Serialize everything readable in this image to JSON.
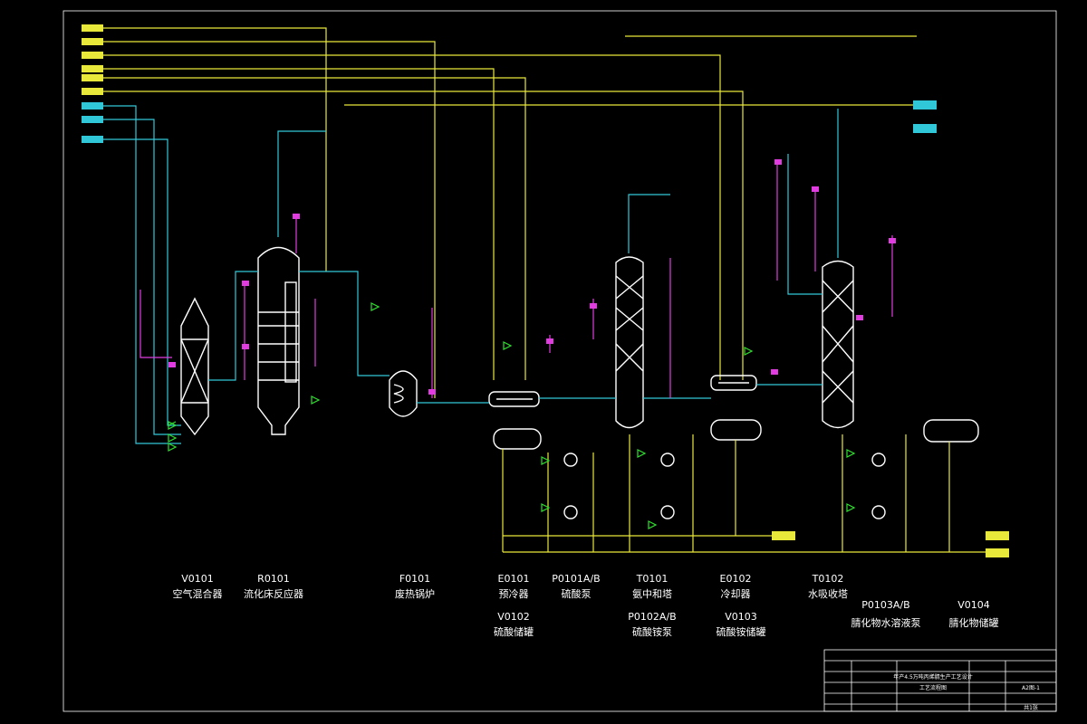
{
  "colors": {
    "process_line": "#e8e83a",
    "utility_line": "#30c8d8",
    "instrument_line": "#e03ce0",
    "valve": "#30e030",
    "equipment": "#ffffff",
    "background": "#000000"
  },
  "equipment_labels": [
    {
      "code": "V0101",
      "name": "空气混合器"
    },
    {
      "code": "R0101",
      "name": "流化床反应器"
    },
    {
      "code": "F0101",
      "name": "废热锅炉"
    },
    {
      "code": "E0101",
      "name": "预冷器"
    },
    {
      "code": "P0101A/B",
      "name": "硫酸泵"
    },
    {
      "code": "T0101",
      "name": "氨中和塔"
    },
    {
      "code": "E0102",
      "name": "冷却器"
    },
    {
      "code": "T0102",
      "name": "水吸收塔"
    },
    {
      "code": "V0102",
      "name": "硫酸储罐"
    },
    {
      "code": "P0102A/B",
      "name": "硫酸铵泵"
    },
    {
      "code": "V0103",
      "name": "硫酸铵储罐"
    },
    {
      "code": "P0103A/B",
      "name": "腈化物水溶液泵"
    },
    {
      "code": "V0104",
      "name": "腈化物储罐"
    }
  ],
  "title_block": {
    "project_title": "年产4.5万吨丙烯腈生产工艺设计",
    "drawing_title": "工艺流程图",
    "drawing_number": "A2图-1",
    "sheet": "共1张"
  }
}
